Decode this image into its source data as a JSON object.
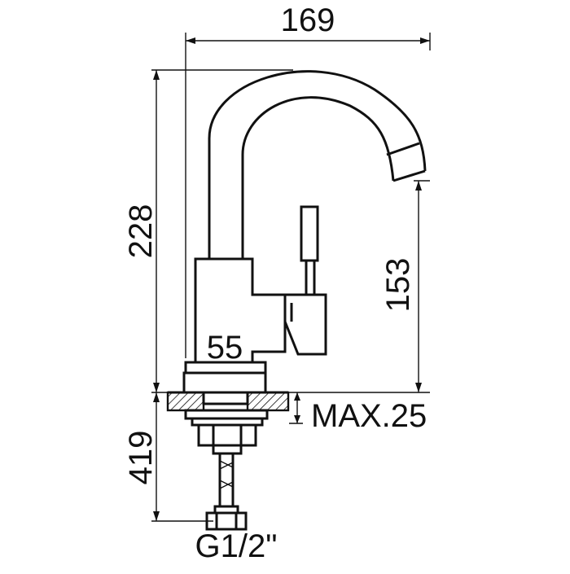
{
  "dimensions": {
    "width_top": "169",
    "height_total": "228",
    "spout_height": "153",
    "base_width": "55",
    "max_thickness": "MAX.25",
    "hose_length": "419",
    "thread": "G1/2\""
  },
  "colors": {
    "line": "#111111",
    "background": "#ffffff"
  }
}
